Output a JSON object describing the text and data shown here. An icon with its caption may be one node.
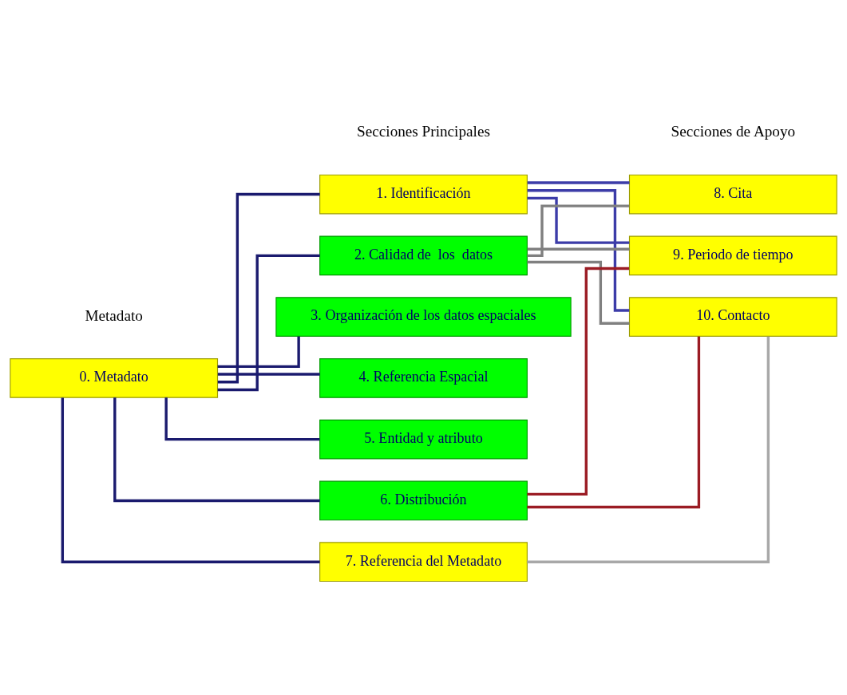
{
  "diagram": {
    "nodes": [
      {
        "text": [
          "0. Metadato"
        ]
      },
      {
        "text": [
          "1. Identificación"
        ]
      },
      {
        "text": [
          "2. Calidad de  los  datos"
        ]
      },
      {
        "text": [
          "3. Organización de los datos espaciales"
        ]
      },
      {
        "text": [
          "4. Referencia Espacial"
        ]
      },
      {
        "text": [
          "5. Entidad y atributo"
        ]
      },
      {
        "text": [
          "6. Distribución"
        ]
      },
      {
        "text": [
          "7. Referencia del Metadato"
        ]
      },
      {
        "text": [
          "8. Cita"
        ]
      },
      {
        "text": [
          "9. Periodo de tiempo"
        ]
      },
      {
        "text": [
          "10. Contacto"
        ]
      }
    ],
    "edges": [
      {
        "from": 0,
        "to": 1,
        "arrow": "none"
      },
      {
        "from": 0,
        "to": 2,
        "arrow": "none"
      },
      {
        "from": 0,
        "to": 3,
        "arrow": "none"
      },
      {
        "from": 0,
        "to": 4,
        "arrow": "none"
      },
      {
        "from": 0,
        "to": 5,
        "arrow": "none"
      },
      {
        "from": 0,
        "to": 6,
        "arrow": "none"
      },
      {
        "from": 0,
        "to": 7,
        "arrow": "none"
      },
      {
        "from": 1,
        "to": 8,
        "arrow": "none",
        "color": "#3c3ca8"
      },
      {
        "from": 1,
        "to": 9,
        "arrow": "none",
        "color": "#3c3ca8"
      },
      {
        "from": 1,
        "to": 10,
        "arrow": "none",
        "color": "#3c3ca8"
      },
      {
        "from": 2,
        "to": 8,
        "arrow": "none",
        "color": "#808080"
      },
      {
        "from": 2,
        "to": 9,
        "arrow": "none",
        "color": "#808080"
      },
      {
        "from": 2,
        "to": 10,
        "arrow": "none",
        "color": "#808080"
      },
      {
        "from": 6,
        "to": 9,
        "arrow": "none",
        "color": "#9b1c24"
      },
      {
        "from": 6,
        "to": 10,
        "arrow": "none",
        "color": "#9b1c24"
      },
      {
        "from": 7,
        "to": 10,
        "arrow": "none",
        "color": "#a8a8a8"
      }
    ],
    "labels": [
      "Metadato",
      "Secciones Principales",
      "Secciones de Apoyo"
    ]
  }
}
